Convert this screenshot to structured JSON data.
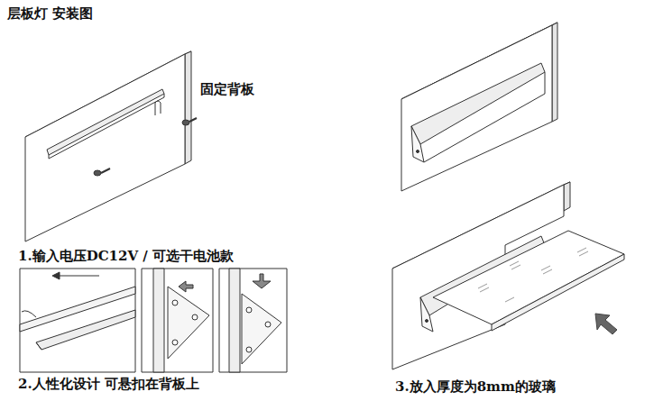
{
  "diagram": {
    "title": "层板灯 安装图",
    "labels": [
      "固定背板",
      "1.输入电压DC12V / 可选干电池款",
      "2.人性化设计 可悬扣在背板上",
      "3.放入厚度为8mm的玻璃"
    ]
  }
}
